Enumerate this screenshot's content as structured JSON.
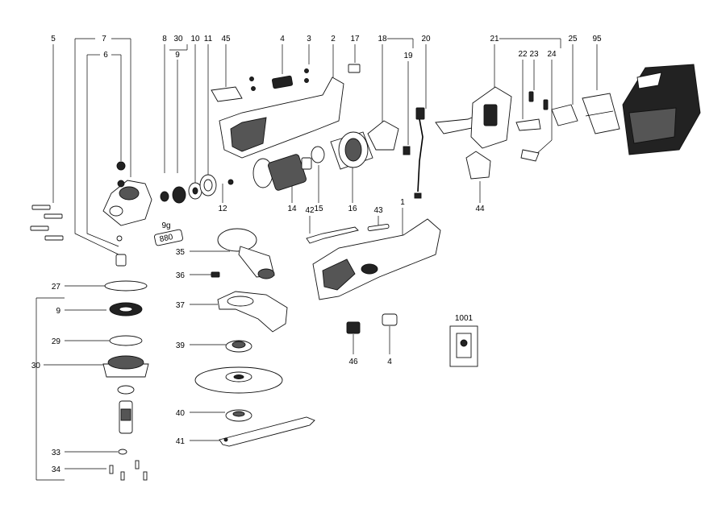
{
  "diagram": {
    "labels": {
      "p5": "5",
      "p7": "7",
      "p6": "6",
      "p8": "8",
      "p30a": "30",
      "p9a": "9",
      "p10": "10",
      "p11": "11",
      "p45": "45",
      "p4a": "4",
      "p3": "3",
      "p2": "2",
      "p17": "17",
      "p18": "18",
      "p19": "19",
      "p20": "20",
      "p21": "21",
      "p22": "22",
      "p23": "23",
      "p24": "24",
      "p25": "25",
      "p95": "95",
      "p12": "12",
      "p14": "14",
      "p15": "15",
      "p16": "16",
      "p42": "42",
      "p43": "43",
      "p1": "1",
      "p44": "44",
      "p35": "35",
      "p36": "36",
      "p37": "37",
      "p39": "39",
      "p40": "40",
      "p41": "41",
      "p27": "27",
      "p9b": "9",
      "p29": "29",
      "p30b": "30",
      "p33": "33",
      "p34": "34",
      "p46": "46",
      "p4b": "4",
      "p1001": "1001"
    },
    "tube_label": "880",
    "weight_label": "9g"
  }
}
